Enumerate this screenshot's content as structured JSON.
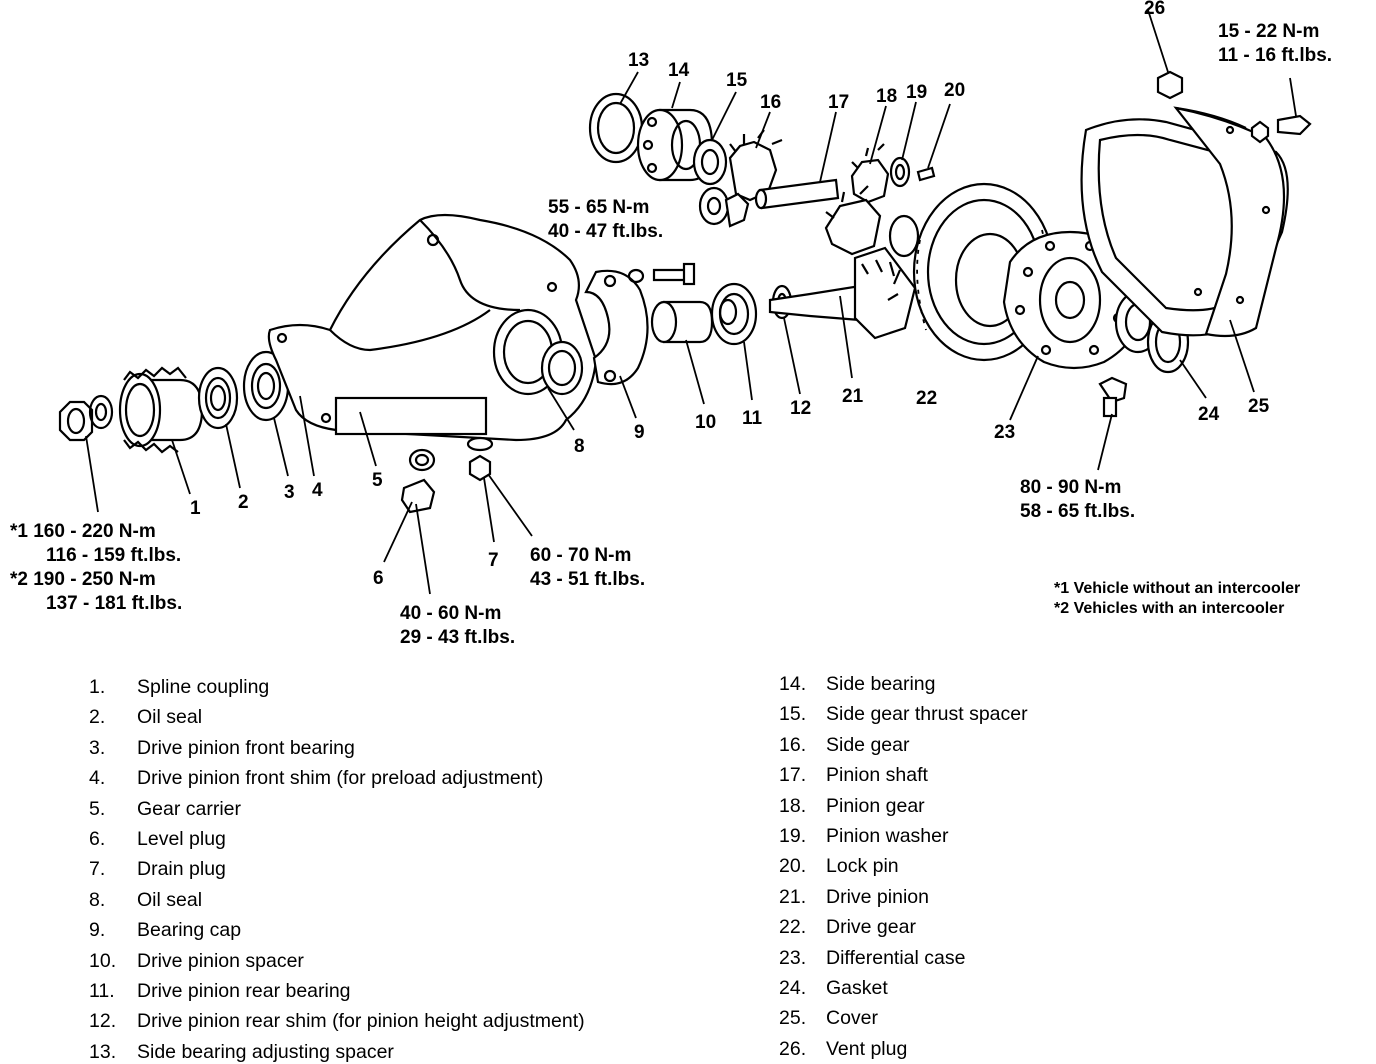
{
  "callouts": {
    "c1": "1",
    "c2": "2",
    "c3": "3",
    "c4": "4",
    "c5": "5",
    "c6": "6",
    "c7": "7",
    "c8": "8",
    "c9": "9",
    "c10": "10",
    "c11": "11",
    "c12": "12",
    "c13": "13",
    "c14": "14",
    "c15": "15",
    "c16": "16",
    "c17": "17",
    "c18": "18",
    "c19": "19",
    "c20": "20",
    "c21": "21",
    "c22": "22",
    "c23": "23",
    "c24": "24",
    "c25": "25",
    "c26": "26"
  },
  "torque_specs": {
    "cover_bolt": {
      "nm": "15 - 22 N-m",
      "ftlbs": "11 - 16 ft.lbs."
    },
    "bearing_cap_bolt": {
      "nm": "55 - 65 N-m",
      "ftlbs": "40 - 47 ft.lbs."
    },
    "drive_gear_bolt": {
      "nm": "80 - 90 N-m",
      "ftlbs": "58 - 65 ft.lbs."
    },
    "drain_plug": {
      "nm": "60 - 70 N-m",
      "ftlbs": "43 - 51 ft.lbs."
    },
    "level_plug": {
      "nm": "40 - 60 N-m",
      "ftlbs": "29 - 43 ft.lbs."
    },
    "pinion_nut_1": {
      "nm": "*1 160 - 220 N-m",
      "ftlbs": "116 - 159 ft.lbs."
    },
    "pinion_nut_2": {
      "nm": "*2 190 - 250 N-m",
      "ftlbs": "137 - 181 ft.lbs."
    }
  },
  "notes": {
    "note1": "*1 Vehicle without an intercooler",
    "note2": "*2 Vehicles with an intercooler"
  },
  "legend": {
    "left": [
      {
        "num": "1.",
        "label": "Spline coupling"
      },
      {
        "num": "2.",
        "label": "Oil seal"
      },
      {
        "num": "3.",
        "label": "Drive pinion front bearing"
      },
      {
        "num": "4.",
        "label": "Drive pinion front shim (for preload adjustment)"
      },
      {
        "num": "5.",
        "label": "Gear carrier"
      },
      {
        "num": "6.",
        "label": "Level plug"
      },
      {
        "num": "7.",
        "label": "Drain plug"
      },
      {
        "num": "8.",
        "label": "Oil seal"
      },
      {
        "num": "9.",
        "label": "Bearing cap"
      },
      {
        "num": "10.",
        "label": "Drive pinion spacer"
      },
      {
        "num": "11.",
        "label": "Drive pinion rear bearing"
      },
      {
        "num": "12.",
        "label": "Drive pinion rear shim (for pinion height adjustment)"
      },
      {
        "num": "13.",
        "label": "Side bearing adjusting spacer"
      }
    ],
    "right": [
      {
        "num": "14.",
        "label": "Side bearing"
      },
      {
        "num": "15.",
        "label": "Side gear thrust spacer"
      },
      {
        "num": "16.",
        "label": "Side gear"
      },
      {
        "num": "17.",
        "label": "Pinion shaft"
      },
      {
        "num": "18.",
        "label": "Pinion gear"
      },
      {
        "num": "19.",
        "label": "Pinion washer"
      },
      {
        "num": "20.",
        "label": "Lock pin"
      },
      {
        "num": "21.",
        "label": "Drive pinion"
      },
      {
        "num": "22.",
        "label": "Drive gear"
      },
      {
        "num": "23.",
        "label": "Differential case"
      },
      {
        "num": "24.",
        "label": "Gasket"
      },
      {
        "num": "25.",
        "label": "Cover"
      },
      {
        "num": "26.",
        "label": "Vent plug"
      }
    ]
  }
}
